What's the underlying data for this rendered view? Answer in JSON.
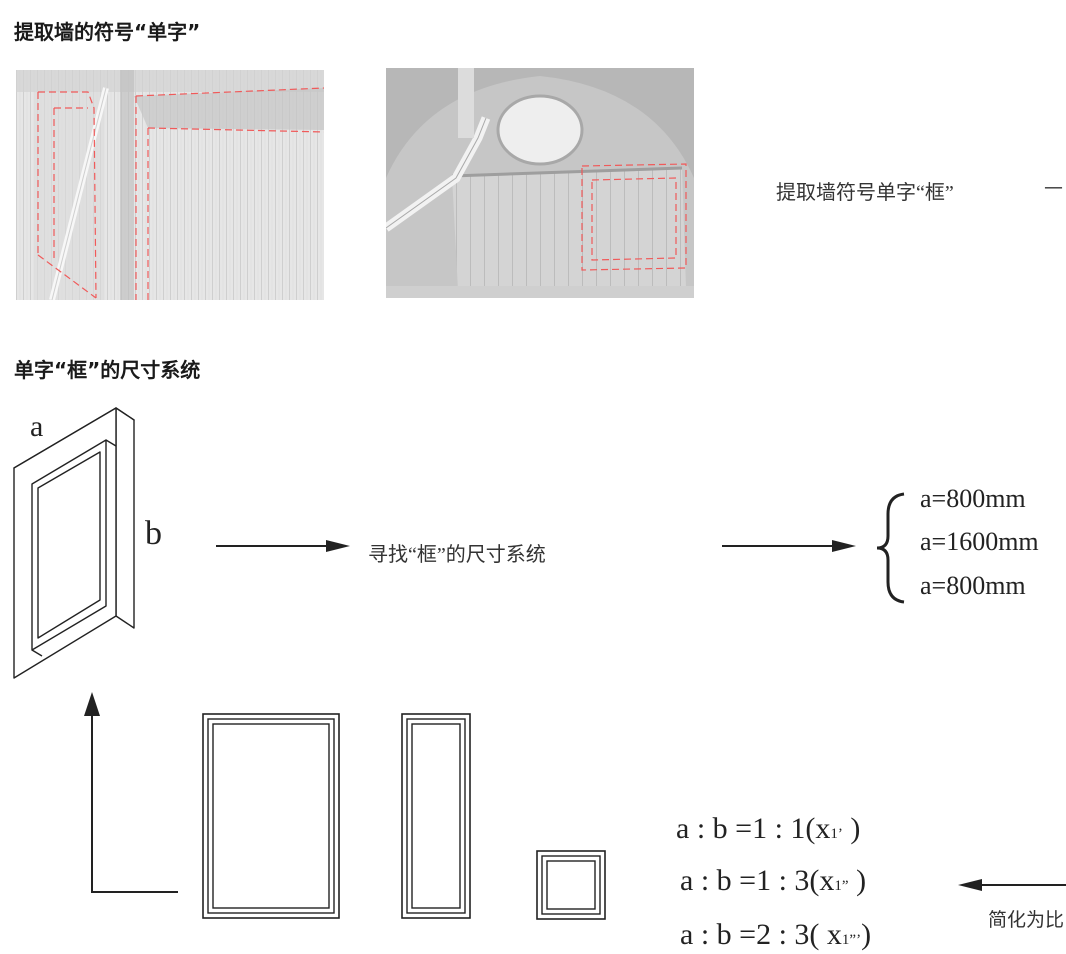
{
  "section1": {
    "title": "提取墙的符号“单字”"
  },
  "extract_label": "提取墙符号单字“框”",
  "extract_dash": "—",
  "section2": {
    "title": "单字“框”的尺寸系统"
  },
  "iso_labels": {
    "a": "a",
    "b": "b"
  },
  "find_label": "寻找“框”的尺寸系统",
  "dimensions": [
    "a=800mm",
    "a=1600mm",
    "a=800mm"
  ],
  "ratios": [
    {
      "text": "a : b =1 : 1(x",
      "sub": "1’",
      "close": " )"
    },
    {
      "text": "a : b =1 : 3(x",
      "sub": "1”",
      "close": " )"
    },
    {
      "text": "a : b =2 : 3( x",
      "sub": "1”’",
      "close": ")"
    }
  ],
  "simplify_label": "简化为比",
  "colors": {
    "dash": "#f05a5a",
    "line": "#222222"
  }
}
